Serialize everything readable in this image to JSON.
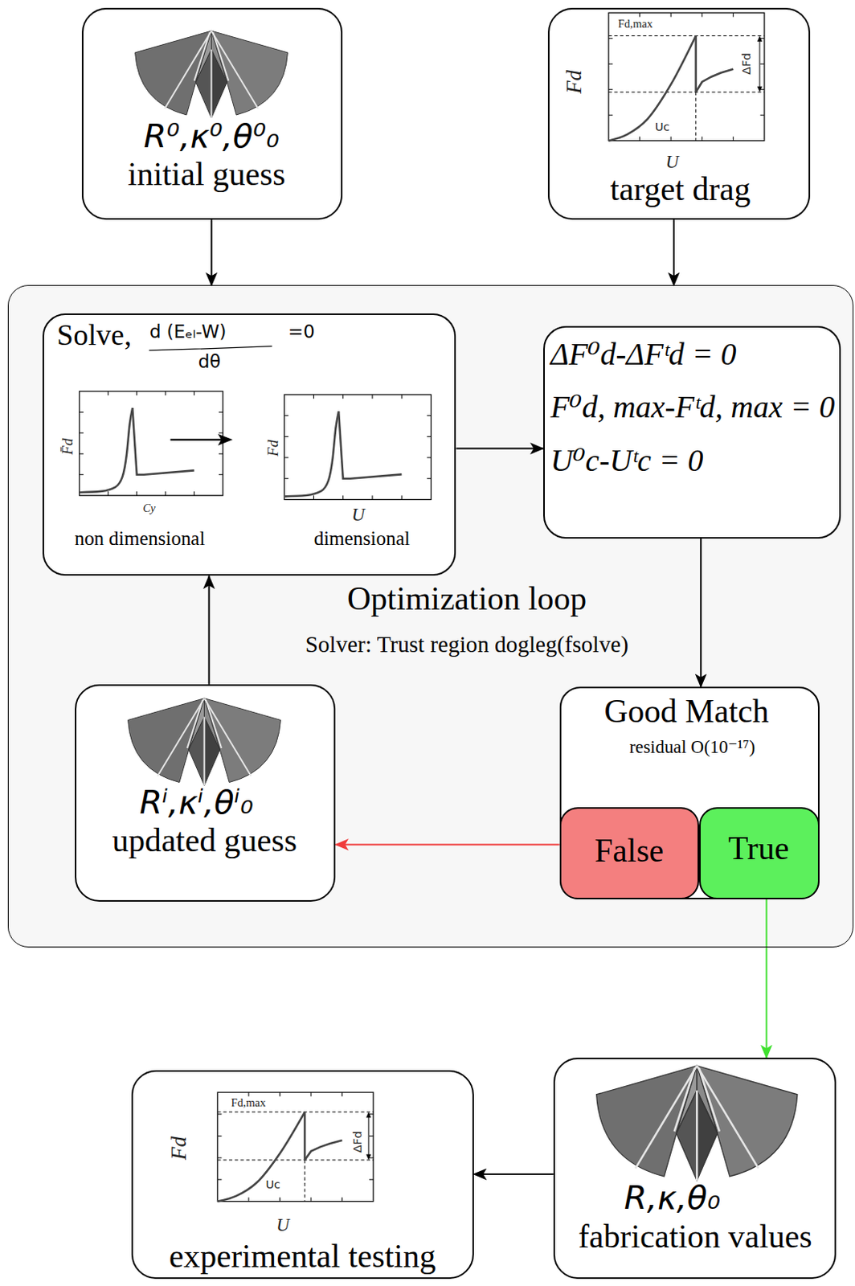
{
  "diagram": {
    "nodes": [
      {
        "text": [
          "R⁰,κ⁰,θ⁰₀",
          "initial guess"
        ]
      },
      {
        "text": [
          "target drag"
        ]
      },
      {
        "text": [
          "Optimization loop",
          "Solver: Trust region dogleg(fsolve)"
        ]
      },
      {
        "text": [
          "Solve,",
          "d (Eₑₗ-W)",
          "=0",
          "dθ",
          "non dimensional",
          "dimensional"
        ],
        "in": 2
      },
      {
        "text": [
          "ΔF⁰d-ΔFᵗd = 0",
          "F⁰d, max-Fᵗd, max = 0",
          "U⁰c-Uᵗc = 0"
        ],
        "in": 2
      },
      {
        "text": [
          "Rⁱ,κⁱ,θⁱ₀",
          "updated guess"
        ],
        "in": 2
      },
      {
        "text": [
          "Good Match",
          "residual O(10⁻¹⁷)"
        ],
        "in": 2
      },
      {
        "text": [
          "False"
        ],
        "in": 6
      },
      {
        "text": [
          "True"
        ],
        "in": 6
      },
      {
        "text": [
          "experimental testing"
        ]
      },
      {
        "text": [
          "R,κ,θ₀",
          "fabrication values"
        ]
      }
    ],
    "edges": [
      {
        "from": 0,
        "to": 2,
        "arrow": "to"
      },
      {
        "from": 1,
        "to": 2,
        "arrow": "to"
      },
      {
        "from": 3,
        "to": 4,
        "arrow": "to"
      },
      {
        "from": 4,
        "to": 6,
        "arrow": "to"
      },
      {
        "from": 7,
        "to": 5,
        "arrow": "to"
      },
      {
        "from": 5,
        "to": 3,
        "arrow": "to"
      },
      {
        "from": 8,
        "to": 10,
        "arrow": "to"
      },
      {
        "from": 10,
        "to": 9,
        "arrow": "to"
      }
    ],
    "labels": [
      "Fd,max",
      "ΔFd",
      "Fd",
      "Uc",
      "U",
      "F̄d",
      "Cy",
      "Fd",
      "U",
      "Fd,max",
      "ΔFd",
      "Fd",
      "Uc",
      "U"
    ]
  }
}
